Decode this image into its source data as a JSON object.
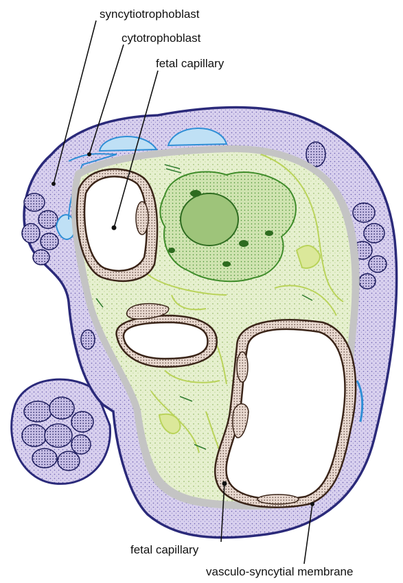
{
  "figure": {
    "description_type": "placental villus cross-section diagram",
    "colors": {
      "syncytiotrophoblast": "#2b2a7a",
      "syncytium_fill": "#cfc7e8",
      "cytotrophoblast": "#2f8fd6",
      "stroma": "#dcebc0",
      "stroma_fibers": "#b9d35a",
      "macrophage": "#3f8c2a",
      "capillary_wall": "#3a2418",
      "basement_membrane": "#b8b8b8",
      "nucleus_dark": "#1b1a5c"
    }
  },
  "labels": {
    "syncytiotrophoblast": "syncytiotrophoblast",
    "cytotrophoblast": "cytotrophoblast",
    "fetal_capillary_top": "fetal capillary",
    "fetal_capillary_bottom": "fetal capillary",
    "vasculo_syncytial_membrane": "vasculo-syncytial membrane"
  }
}
